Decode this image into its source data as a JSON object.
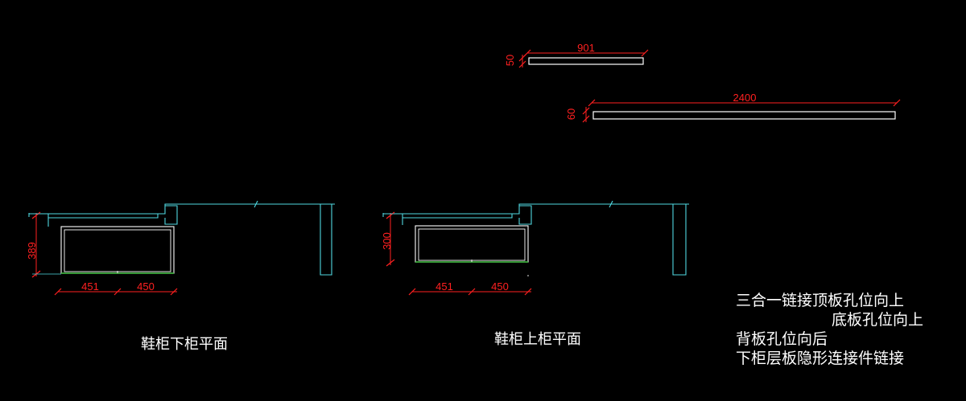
{
  "dimensions": {
    "board1": {
      "length": "901",
      "thickness": "50"
    },
    "board2": {
      "length": "2400",
      "thickness": "60"
    },
    "lower_cabinet": {
      "depth": "389",
      "width_left": "451",
      "width_right": "450"
    },
    "upper_cabinet": {
      "depth": "300",
      "width_left": "451",
      "width_right": "450"
    }
  },
  "titles": {
    "lower_cabinet_plan": "鞋柜下柜平面",
    "upper_cabinet_plan": "鞋柜上柜平面"
  },
  "notes": [
    "三合一链接顶板孔位向上",
    "底板孔位向上",
    "背板孔位向后",
    "下柜层板隐形连接件链接"
  ],
  "colors": {
    "background": "#000000",
    "dimension": "#ff2020",
    "outline": "#ffffff",
    "wall": "#4fd8e0",
    "shelf": "#3fbf3f",
    "text": "#ffffff"
  }
}
